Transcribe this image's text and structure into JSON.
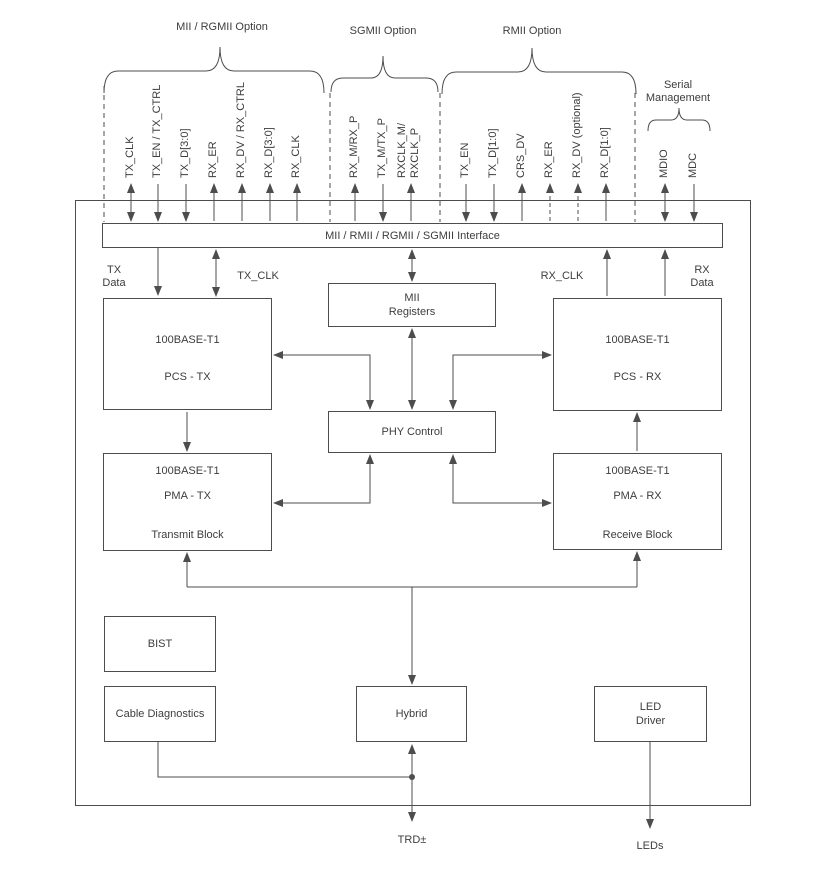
{
  "groups": [
    {
      "label": "MII / RGMII Option"
    },
    {
      "label": "SGMII Option"
    },
    {
      "label": "RMII Option"
    },
    {
      "label": "Serial\nManagement"
    }
  ],
  "signals": [
    {
      "label": "TX_CLK",
      "direction": "bidirectional"
    },
    {
      "label": "TX_EN / TX_CTRL",
      "direction": "in"
    },
    {
      "label": "TX_D[3:0]",
      "direction": "in"
    },
    {
      "label": "RX_ER",
      "direction": "out"
    },
    {
      "label": "RX_DV / RX_CTRL",
      "direction": "out"
    },
    {
      "label": "RX_D[3:0]",
      "direction": "out"
    },
    {
      "label": "RX_CLK",
      "direction": "out"
    },
    {
      "label": "RX_M/RX_P",
      "direction": "out"
    },
    {
      "label": "TX_M/TX_P",
      "direction": "in"
    },
    {
      "label": "RXCLK_M/\nRXCLK_P",
      "direction": "out"
    },
    {
      "label": "TX_EN",
      "direction": "in"
    },
    {
      "label": "TX_D[1:0]",
      "direction": "in"
    },
    {
      "label": "CRS_DV",
      "direction": "out"
    },
    {
      "label": "RX_ER",
      "direction": "out"
    },
    {
      "label": "RX_DV (optional)",
      "direction": "out"
    },
    {
      "label": "RX_D[1:0]",
      "direction": "out"
    },
    {
      "label": "MDIO",
      "direction": "bidirectional"
    },
    {
      "label": "MDC",
      "direction": "in"
    }
  ],
  "interface_box": {
    "label": "MII / RMII / RGMII / SGMII Interface"
  },
  "blocks": {
    "mii_registers": {
      "lines": [
        "MII",
        "Registers"
      ]
    },
    "pcs_tx": {
      "lines": [
        "100BASE-T1",
        "PCS - TX"
      ]
    },
    "pcs_rx": {
      "lines": [
        "100BASE-T1",
        "PCS - RX"
      ]
    },
    "phy_control": {
      "lines": [
        "PHY Control"
      ]
    },
    "pma_tx": {
      "lines": [
        "100BASE-T1",
        "PMA - TX",
        "Transmit Block"
      ]
    },
    "pma_rx": {
      "lines": [
        "100BASE-T1",
        "PMA - RX",
        "Receive Block"
      ]
    },
    "bist": {
      "lines": [
        "BIST"
      ]
    },
    "cable_diagnostics": {
      "lines": [
        "Cable Diagnostics"
      ]
    },
    "hybrid": {
      "lines": [
        "Hybrid"
      ]
    },
    "led_driver": {
      "lines": [
        "LED\nDriver"
      ]
    }
  },
  "labels": {
    "tx_data": "TX\nData",
    "tx_clk": "TX_CLK",
    "rx_clk": "RX_CLK",
    "rx_data": "RX\nData",
    "trd": "TRD±",
    "leds": "LEDs"
  },
  "colors": {
    "line": "#4d4d4d",
    "text": "#3d3d3d",
    "background": "#ffffff"
  }
}
